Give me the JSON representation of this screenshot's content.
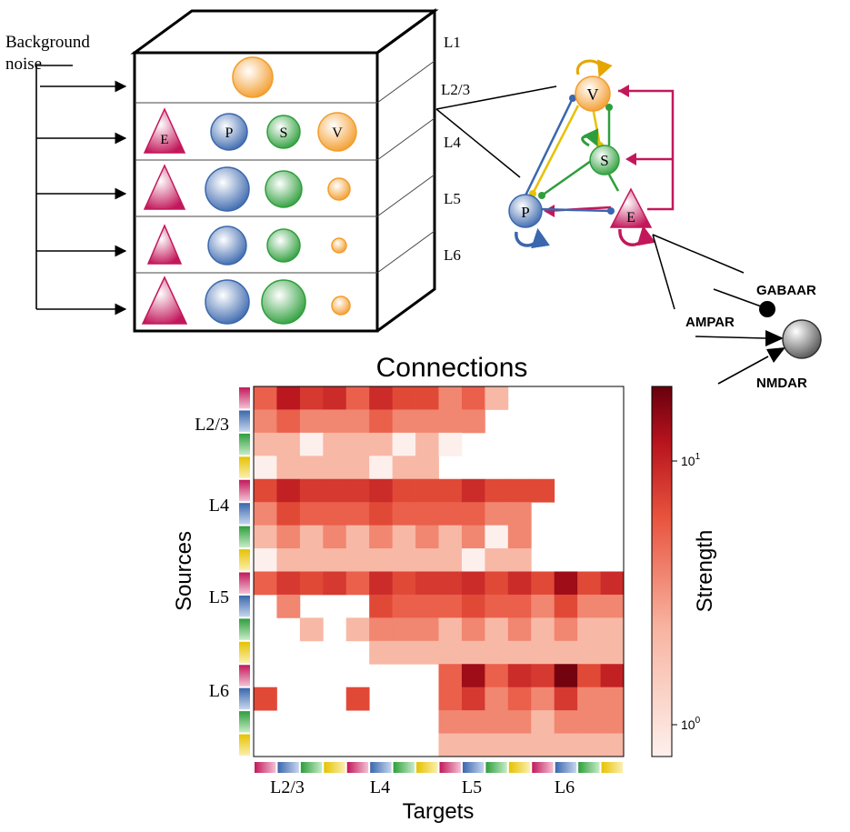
{
  "cortex": {
    "background_label_line1": "Background",
    "background_label_line2": "noise",
    "layers": [
      "L1",
      "L2/3",
      "L4",
      "L5",
      "L6"
    ],
    "cell_labels": {
      "E": "E",
      "P": "P",
      "S": "S",
      "V": "V"
    }
  },
  "circuit": {
    "nodes": {
      "V": "V",
      "S": "S",
      "P": "P",
      "E": "E"
    },
    "colors": {
      "E": "#c2185b",
      "P": "#3a67ad",
      "S": "#2e9e3c",
      "V": "#f39c2c",
      "yellow": "#e6c200"
    }
  },
  "synapse": {
    "receptors": [
      "GABAAR",
      "AMPAR",
      "NMDAR"
    ]
  },
  "chart_data": {
    "type": "heatmap",
    "title": "Connections",
    "xlabel": "Targets",
    "ylabel": "Sources",
    "colorbar_label": "Strength",
    "colorbar_ticks": [
      "10^1",
      "10^0"
    ],
    "scale": "log",
    "group_labels": [
      "L2/3",
      "L4",
      "L5",
      "L6"
    ],
    "populations": [
      "E",
      "P",
      "S",
      "V"
    ],
    "population_colors": [
      "#c2185b",
      "#3a67ad",
      "#2e9e3c",
      "#e6c200"
    ],
    "values": [
      [
        4,
        9,
        6,
        7,
        4,
        7,
        5,
        5,
        3,
        4,
        2,
        0,
        0,
        0,
        0,
        0
      ],
      [
        3,
        4,
        3,
        3,
        3,
        4,
        3,
        3,
        3,
        3,
        0,
        0,
        0,
        0,
        0,
        0
      ],
      [
        2,
        2,
        1,
        2,
        2,
        2,
        1,
        2,
        1,
        0,
        0,
        0,
        0,
        0,
        0,
        0
      ],
      [
        1,
        2,
        2,
        2,
        2,
        1,
        2,
        2,
        0,
        0,
        0,
        0,
        0,
        0,
        0,
        0
      ],
      [
        5,
        8,
        6,
        6,
        6,
        7,
        5,
        5,
        5,
        7,
        5,
        5,
        5,
        0,
        0,
        0
      ],
      [
        3,
        5,
        4,
        4,
        4,
        5,
        4,
        4,
        4,
        4,
        3,
        3,
        0,
        0,
        0,
        0
      ],
      [
        2,
        3,
        2,
        3,
        2,
        3,
        2,
        3,
        2,
        3,
        1,
        3,
        0,
        0,
        0,
        0
      ],
      [
        1,
        2,
        2,
        2,
        2,
        2,
        2,
        2,
        2,
        1,
        2,
        2,
        0,
        0,
        0,
        0
      ],
      [
        4,
        6,
        5,
        6,
        4,
        7,
        5,
        6,
        6,
        7,
        5,
        7,
        5,
        12,
        5,
        7
      ],
      [
        0,
        3,
        0,
        0,
        0,
        5,
        4,
        4,
        4,
        5,
        4,
        4,
        3,
        5,
        3,
        3
      ],
      [
        0,
        0,
        2,
        0,
        2,
        3,
        3,
        3,
        2,
        3,
        2,
        3,
        2,
        3,
        2,
        2
      ],
      [
        0,
        0,
        0,
        0,
        0,
        2,
        2,
        2,
        2,
        2,
        2,
        2,
        2,
        2,
        2,
        2
      ],
      [
        0,
        0,
        0,
        0,
        0,
        0,
        0,
        0,
        4,
        12,
        4,
        7,
        6,
        18,
        5,
        8
      ],
      [
        5,
        0,
        0,
        0,
        5,
        0,
        0,
        0,
        4,
        6,
        3,
        4,
        3,
        6,
        3,
        3
      ],
      [
        0,
        0,
        0,
        0,
        0,
        0,
        0,
        0,
        3,
        3,
        3,
        3,
        2,
        3,
        3,
        3
      ],
      [
        0,
        0,
        0,
        0,
        0,
        0,
        0,
        0,
        2,
        2,
        2,
        2,
        2,
        2,
        2,
        2
      ]
    ]
  }
}
